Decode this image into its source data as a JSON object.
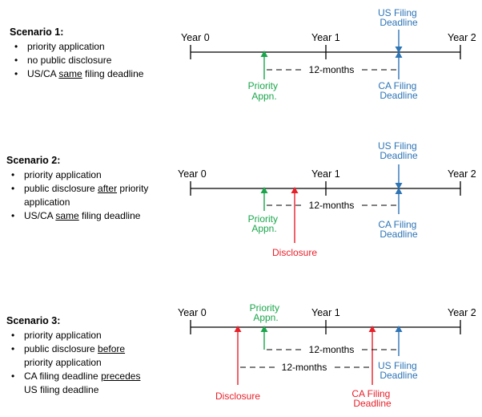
{
  "colors": {
    "green": "#1aa64b",
    "blue": "#2e75b6",
    "red": "#e8202a",
    "axis": "#000000"
  },
  "year_labels": [
    "Year 0",
    "Year 1",
    "Year 2"
  ],
  "scenario1": {
    "title": "Scenario 1:",
    "bullets": [
      {
        "parts": [
          {
            "t": "priority application"
          }
        ]
      },
      {
        "parts": [
          {
            "t": "no public disclosure"
          }
        ]
      },
      {
        "parts": [
          {
            "t": "US/CA "
          },
          {
            "t": "same",
            "u": true
          },
          {
            "t": " filing deadline"
          }
        ]
      }
    ],
    "labels": {
      "priority": [
        "Priority",
        "Appn."
      ],
      "us": [
        "US Filing",
        "Deadline"
      ],
      "ca": [
        "CA Filing",
        "Deadline"
      ],
      "span": "12-months"
    }
  },
  "scenario2": {
    "title": "Scenario 2:",
    "bullets": [
      {
        "parts": [
          {
            "t": "priority application"
          }
        ]
      },
      {
        "parts": [
          {
            "t": "public disclosure "
          },
          {
            "t": "after",
            "u": true
          },
          {
            "t": " priority application"
          }
        ]
      },
      {
        "parts": [
          {
            "t": "US/CA "
          },
          {
            "t": "same",
            "u": true
          },
          {
            "t": " filing deadline"
          }
        ]
      }
    ],
    "labels": {
      "priority": [
        "Priority",
        "Appn."
      ],
      "us": [
        "US Filing",
        "Deadline"
      ],
      "ca": [
        "CA Filing",
        "Deadline"
      ],
      "disclosure": "Disclosure",
      "span": "12-months"
    }
  },
  "scenario3": {
    "title": "Scenario 3:",
    "bullets": [
      {
        "parts": [
          {
            "t": "priority application"
          }
        ]
      },
      {
        "parts": [
          {
            "t": "public disclosure "
          },
          {
            "t": "before",
            "u": true
          },
          {
            "t": " priority application"
          }
        ]
      },
      {
        "parts": [
          {
            "t": "CA filing deadline "
          },
          {
            "t": "precedes",
            "u": true
          },
          {
            "t": " US filing deadline"
          }
        ]
      }
    ],
    "labels": {
      "priority": [
        "Priority",
        "Appn."
      ],
      "us": [
        "US Filing",
        "Deadline"
      ],
      "ca": [
        "CA Filing",
        "Deadline"
      ],
      "disclosure": "Disclosure",
      "span_priority": "12-months",
      "span_disclosure": "12-months"
    }
  }
}
